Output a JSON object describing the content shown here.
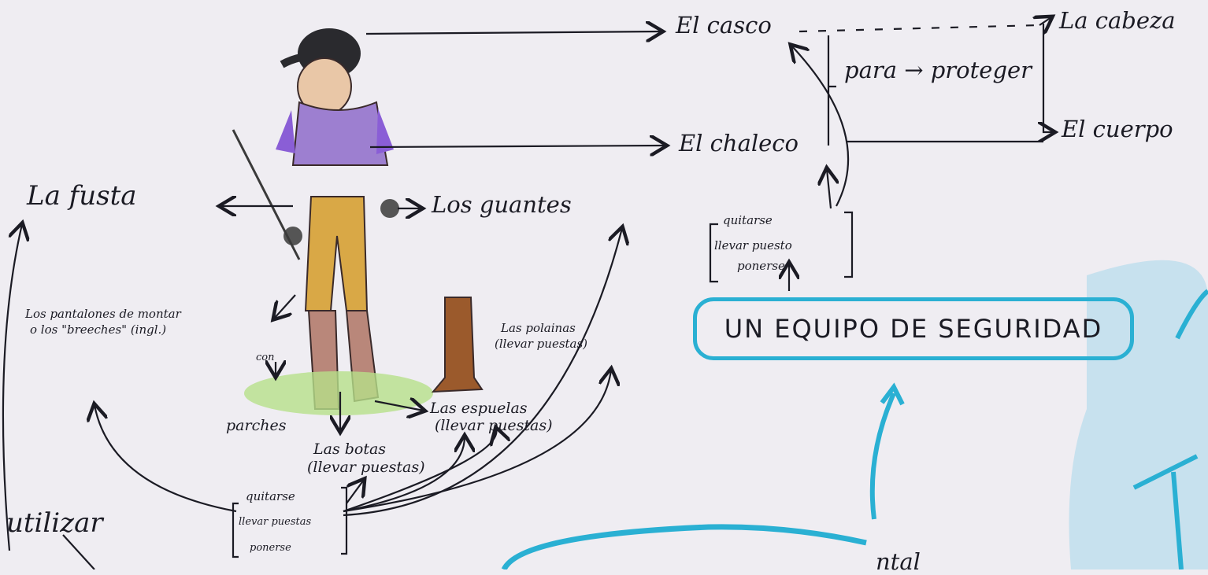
{
  "header": {
    "casco": "El casco",
    "cabeza": "La cabeza",
    "para_proteger": "para → proteger",
    "chaleco": "El chaleco",
    "cuerpo": "El cuerpo"
  },
  "left": {
    "fusta": "La fusta",
    "guantes": "Los guantes",
    "pantalones_1": "Los pantalones de montar",
    "pantalones_2": "o los \"breeches\" (ingl.)",
    "con": "con",
    "parches": "parches",
    "polainas_1": "Las polainas",
    "polainas_2": "(llevar puestas)",
    "espuelas_1": "Las espuelas",
    "espuelas_2": "(llevar puestas)",
    "botas_1": "Las botas",
    "botas_2": "(llevar puestas)",
    "utilizar": "utilizar"
  },
  "verbs_top": {
    "quitarse": "quitarse",
    "llevar": "llevar puesto",
    "ponerse": "ponerse"
  },
  "verbs_bottom": {
    "quitarse": "quitarse",
    "llevar": "llevar puestas",
    "ponerse": "ponerse"
  },
  "center": {
    "title": "UN EQUIPO DE SEGURIDAD",
    "cut_word": "ntal"
  },
  "colors": {
    "ink": "#1b1b24",
    "accent": "#2ab0d3",
    "paper": "#efedf2"
  }
}
